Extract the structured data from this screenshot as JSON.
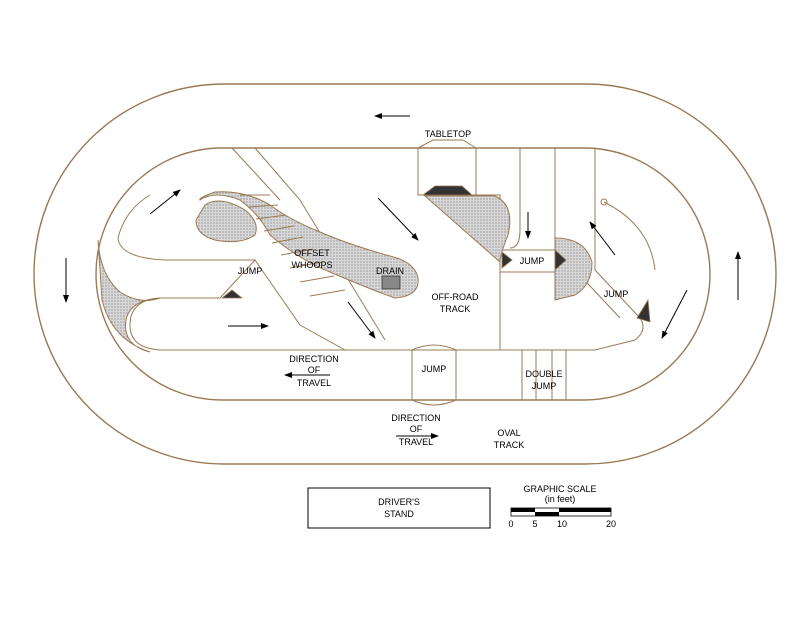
{
  "labels": {
    "tabletop": "TABLETOP",
    "jump": "JUMP",
    "offset_whoops_1": "OFFSET",
    "offset_whoops_2": "WHOOPS",
    "drain": "DRAIN",
    "off_road_1": "OFF-ROAD",
    "off_road_2": "TRACK",
    "direction": "DIRECTION",
    "of": "OF",
    "travel": "TRAVEL",
    "double_1": "DOUBLE",
    "double_2": "JUMP",
    "oval_1": "OVAL",
    "oval_2": "TRACK",
    "drivers_stand_1": "DRIVER'S",
    "drivers_stand_2": "STAND"
  },
  "scale": {
    "title_1": "GRAPHIC SCALE",
    "title_2": "(in feet)",
    "ticks": [
      "0",
      "5",
      "10",
      "20"
    ]
  },
  "colors": {
    "track_line": "#9a7a55",
    "ramp": "#333333"
  }
}
